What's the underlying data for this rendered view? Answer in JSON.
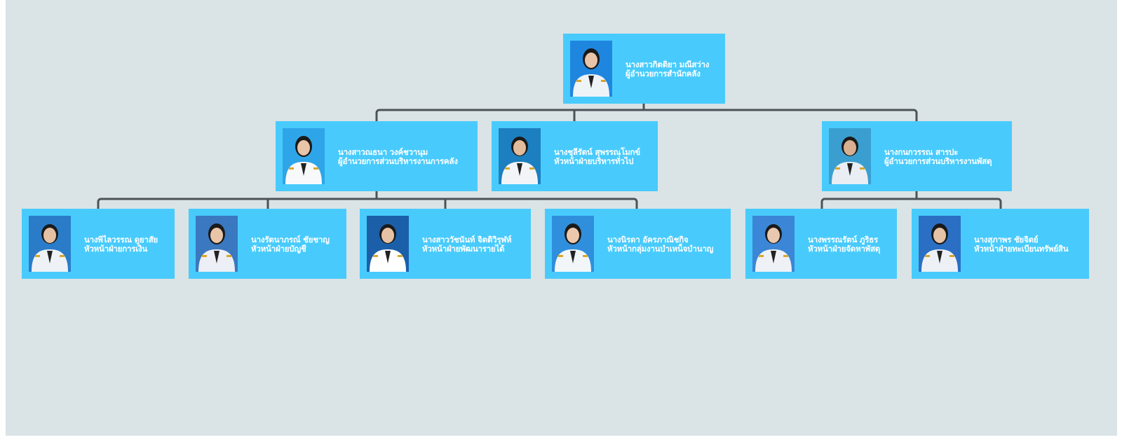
{
  "colors": {
    "canvas": "#dae3e5",
    "card": "#48cbfc",
    "connector": "#4c5358",
    "text": "#ffffff"
  },
  "org": {
    "root": {
      "name": "นางสาวกิตติยา มณีสว่าง",
      "title": "ผู้อำนวยการสำนักคลัง"
    },
    "level2": [
      {
        "name": "นางสาวณธนา วงค์ชวานุม",
        "title": "ผู้อำนวยการส่วนบริหารงานการคลัง"
      },
      {
        "name": "นางชุลีรัตน์ สุพรรณโมกข์",
        "title": "หัวหน้าฝ่ายบริหารทั่วไป"
      },
      {
        "name": "นางกนกวรรณ สารปะ",
        "title": "ผู้อำนวยการส่วนบริหารงานพัสดุ"
      }
    ],
    "level3": [
      {
        "name": "นางพิไลวรรณ ดูยาสัย",
        "title": "หัวหน้าฝ่ายการเงิน"
      },
      {
        "name": "นางรัตนาภรณ์ ชัยชาญ",
        "title": "หัวหน้าฝ่ายบัญชี"
      },
      {
        "name": "นางสาววัชนันท์ จิตติวิรุฬห์",
        "title": "หัวหน้าฝ่ายพัฒนารายได้"
      },
      {
        "name": "นางนิรดา อัครภาณิชกิจ",
        "title": "หัวหน้ากลุ่มงานบำเหน็จบำนาญ"
      },
      {
        "name": "นางพรรณรัตน์ ภูริธร",
        "title": "หัวหน้าฝ่ายจัดหาพัสดุ"
      },
      {
        "name": "นางสุภาพร ชัยจิตย์",
        "title": "หัวหน้าฝ่ายทะเบียนทรัพย์สิน"
      }
    ]
  }
}
